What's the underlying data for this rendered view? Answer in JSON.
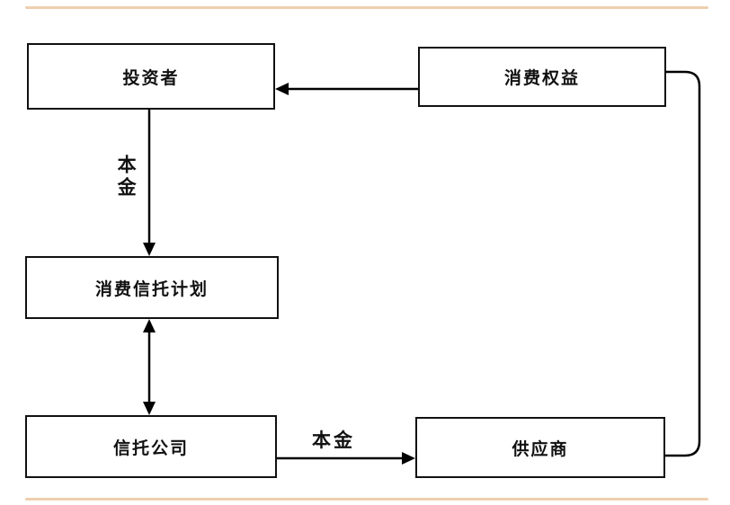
{
  "diagram": {
    "title": "consumer-trust-structure-flowchart",
    "boxes": {
      "investor": "投资者",
      "consumer_rights": "消费权益",
      "consumer_trust_plan": "消费信托计划",
      "trust_company": "信托公司",
      "supplier": "供应商"
    },
    "edge_labels": {
      "principal_vertical": "本金",
      "principal_horizontal": "本金"
    },
    "edges": [
      {
        "from": "consumer_rights",
        "to": "investor",
        "direction": "left",
        "label": ""
      },
      {
        "from": "investor",
        "to": "consumer_trust_plan",
        "direction": "down",
        "label": "本金"
      },
      {
        "from": "consumer_trust_plan",
        "to": "trust_company",
        "direction": "both",
        "label": ""
      },
      {
        "from": "trust_company",
        "to": "supplier",
        "direction": "right",
        "label": "本金"
      },
      {
        "from": "supplier",
        "to": "consumer_rights",
        "direction": "up-around-right",
        "label": ""
      }
    ],
    "colors": {
      "accent_border": "#f0cfae",
      "line": "#000000",
      "box_border": "#111111",
      "background": "#ffffff",
      "text": "#111111"
    }
  }
}
